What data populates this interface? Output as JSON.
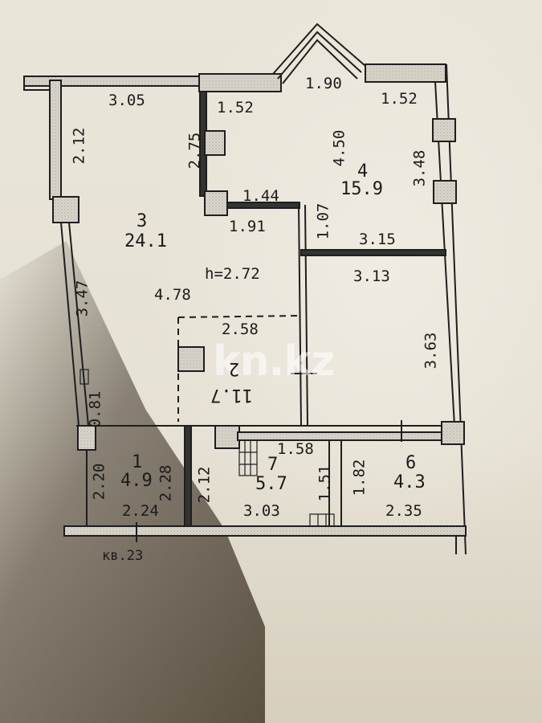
{
  "plan": {
    "apartment_label": "кв.23",
    "ceiling_height": "h=2.72",
    "watermark": "kn.kz",
    "rooms": [
      {
        "id": "1",
        "number": "1",
        "area": "4.9"
      },
      {
        "id": "2",
        "number": "2",
        "area": "11.7"
      },
      {
        "id": "3",
        "number": "3",
        "area": "24.1"
      },
      {
        "id": "4",
        "number": "4",
        "area": "15.9"
      },
      {
        "id": "6",
        "number": "6",
        "area": "4.3"
      },
      {
        "id": "7",
        "number": "7",
        "area": "5.7"
      }
    ],
    "dimensions": {
      "r3_top": "3.05",
      "r3_left_upper": "2.12",
      "r3_left_lower": "3.47",
      "r3_width": "4.78",
      "r3_inner_vert": "2.75",
      "r3_left_small": "0.81",
      "r4_top_left": "1.52",
      "r4_bay": "1.90",
      "r4_top_right": "1.52",
      "r4_height": "4.50",
      "r4_right": "3.48",
      "r4_step_top": "1.44",
      "r4_step_bottom": "1.91",
      "r4_step_vert": "1.07",
      "r4_bottom": "3.15",
      "r5_top": "3.13",
      "r5_right": "3.63",
      "r2_top": "2.58",
      "r1_left": "2.20",
      "r1_right": "2.28",
      "r1_bottom": "2.24",
      "r7_left": "2.12",
      "r7_top": "1.58",
      "r7_right": "1.51",
      "r7_bottom": "3.03",
      "r6_left": "1.82",
      "r6_bottom": "2.35"
    }
  }
}
